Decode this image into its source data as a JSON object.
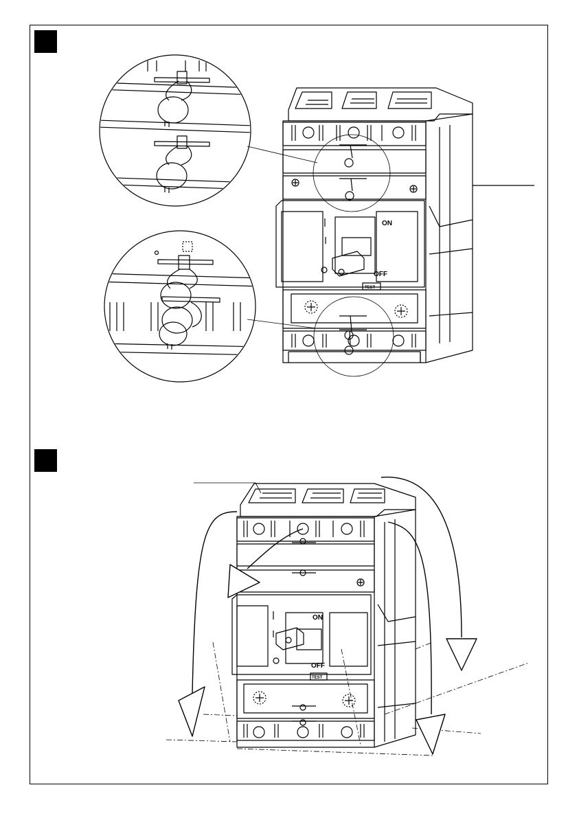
{
  "labels": {
    "on": "ON",
    "off": "OFF",
    "test": "TEST",
    "on_symbol": "I",
    "off_symbol": "0"
  },
  "colors": {
    "line": "#000000",
    "background": "#ffffff",
    "marker": "#000000"
  }
}
